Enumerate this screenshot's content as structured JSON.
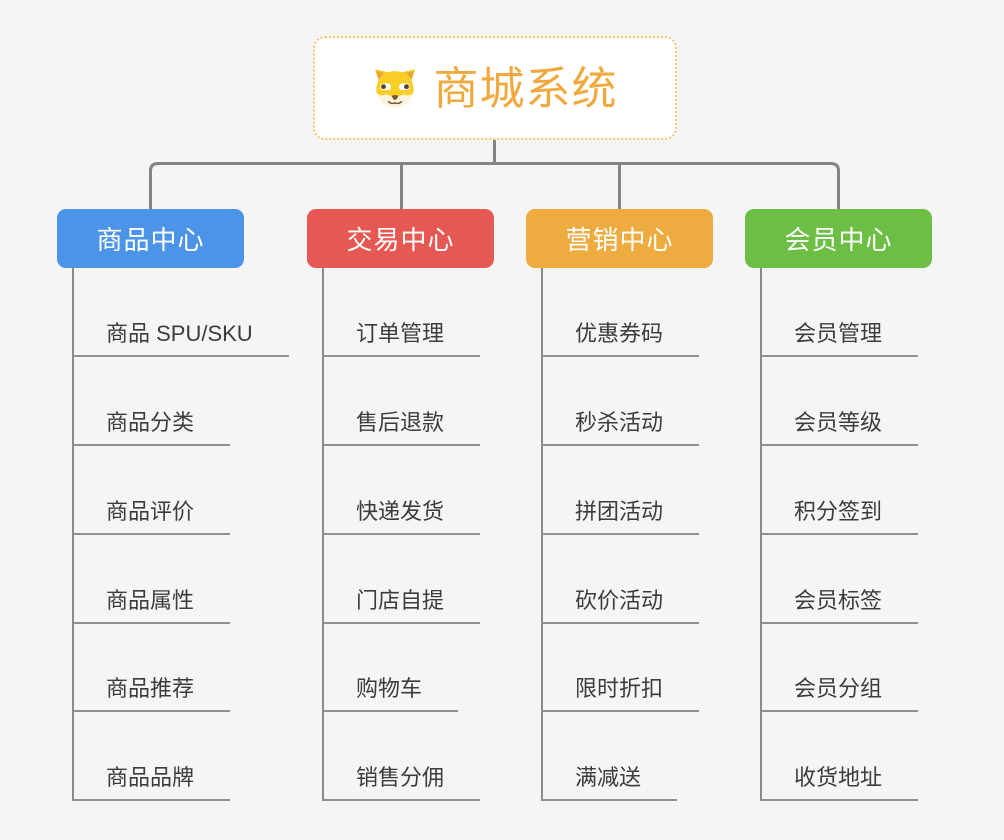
{
  "root": {
    "title": "商城系统",
    "icon": "doge-icon"
  },
  "branches": [
    {
      "label": "商品中心",
      "color": "#4B94E8",
      "children": [
        "商品 SPU/SKU",
        "商品分类",
        "商品评价",
        "商品属性",
        "商品推荐",
        "商品品牌"
      ]
    },
    {
      "label": "交易中心",
      "color": "#E65853",
      "children": [
        "订单管理",
        "售后退款",
        "快递发货",
        "门店自提",
        "购物车",
        "销售分佣"
      ]
    },
    {
      "label": "营销中心",
      "color": "#EDAB40",
      "children": [
        "优惠券码",
        "秒杀活动",
        "拼团活动",
        "砍价活动",
        "限时折扣",
        "满减送"
      ]
    },
    {
      "label": "会员中心",
      "color": "#6CBE45",
      "children": [
        "会员管理",
        "会员等级",
        "积分签到",
        "会员标签",
        "会员分组",
        "收货地址"
      ]
    }
  ],
  "colors": {
    "background": "#F5F5F5",
    "connector": "#848484",
    "branch_line": "#8A8A8A",
    "leaf_underline": "#909090",
    "leaf_text": "#3C3C3C",
    "root_text": "#EFA93F",
    "root_border": "#F5C36E",
    "root_background": "#FFFFFF"
  }
}
